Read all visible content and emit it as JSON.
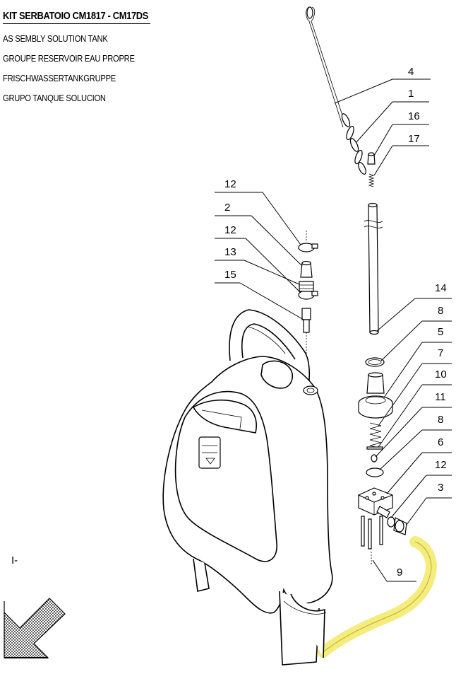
{
  "title": "KIT SERBATOIO CM1817 - CM17DS",
  "subtitles": [
    "AS    SEMBLY SOLUTION TANK",
    "GROUPE RESERVOIR EAU PROPRE",
    "FRISCHWASSERTANKGRUPPE",
    "GRUPO TANQUE SOLUCION"
  ],
  "stray_mark": "I-",
  "callouts": {
    "c4": "4",
    "c1": "1",
    "c16": "16",
    "c17": "17",
    "c12a": "12",
    "c2": "2",
    "c12b": "12",
    "c13": "13",
    "c15": "15",
    "c14": "14",
    "c8a": "8",
    "c5": "5",
    "c7": "7",
    "c10": "10",
    "c11": "11",
    "c8b": "8",
    "c6": "6",
    "c12c": "12",
    "c3": "3",
    "c9": "9"
  },
  "colors": {
    "hose": "#f4ec7c",
    "hose_stroke": "#b9b030",
    "line": "#000000",
    "arrow_fill": "#555555"
  },
  "icons": {
    "direction_arrow": "hatched-arrow-icon"
  }
}
